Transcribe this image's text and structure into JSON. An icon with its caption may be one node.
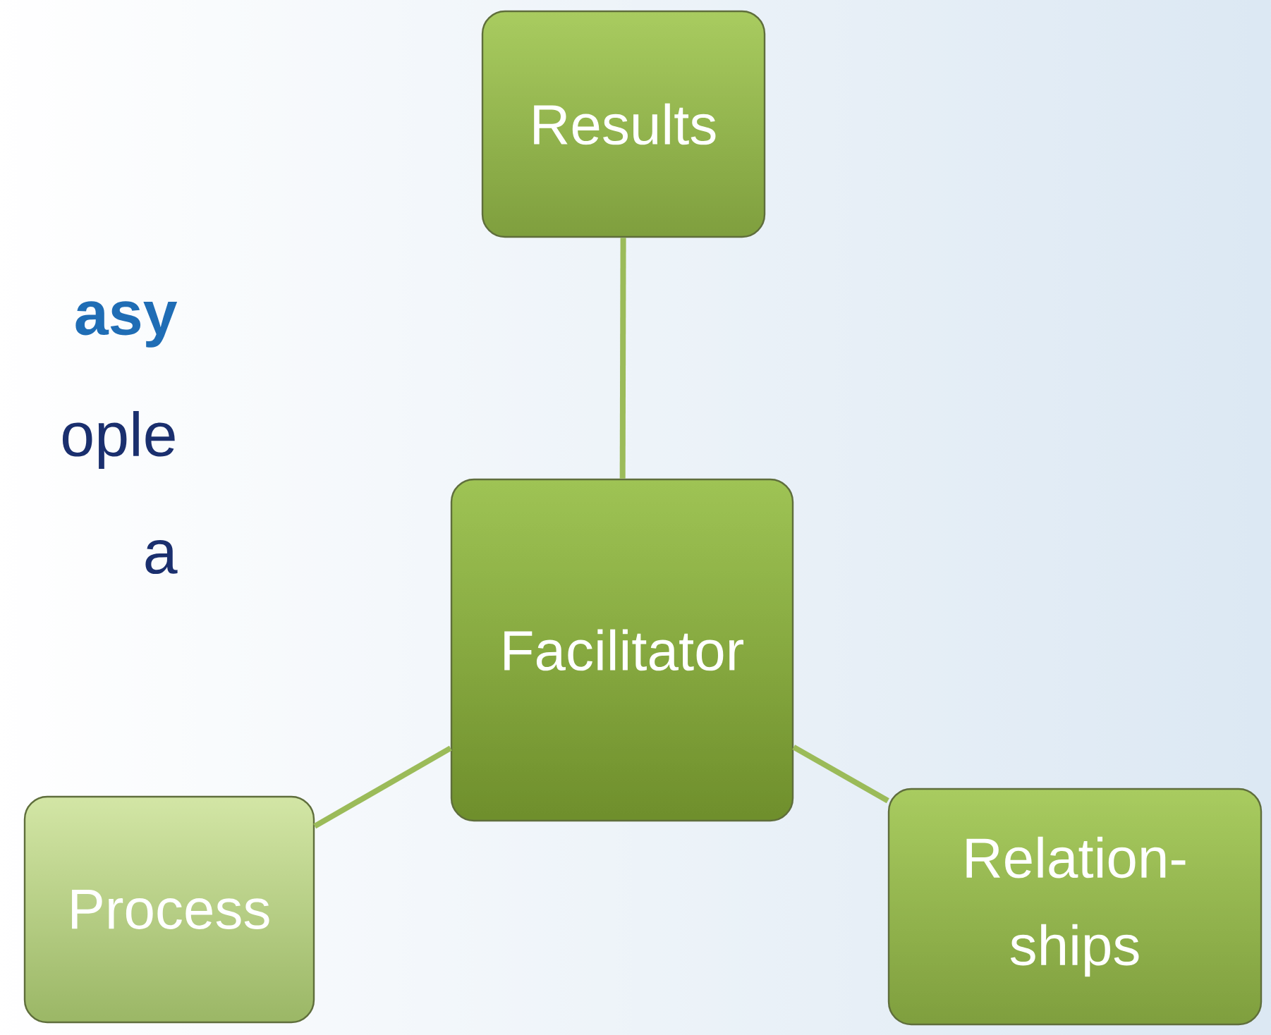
{
  "diagram": {
    "nodes": [
      {
        "text": [
          "Results"
        ]
      },
      {
        "text": [
          "Facilitator"
        ]
      },
      {
        "text": [
          "Process"
        ]
      },
      {
        "text": [
          "Relation- ships"
        ]
      }
    ],
    "edges": [
      {
        "from": 1,
        "to": 0,
        "arrow": "none"
      },
      {
        "from": 1,
        "to": 2,
        "arrow": "none"
      },
      {
        "from": 1,
        "to": 3,
        "arrow": "none"
      }
    ],
    "labels": [
      "asy",
      "ople",
      "a"
    ]
  }
}
